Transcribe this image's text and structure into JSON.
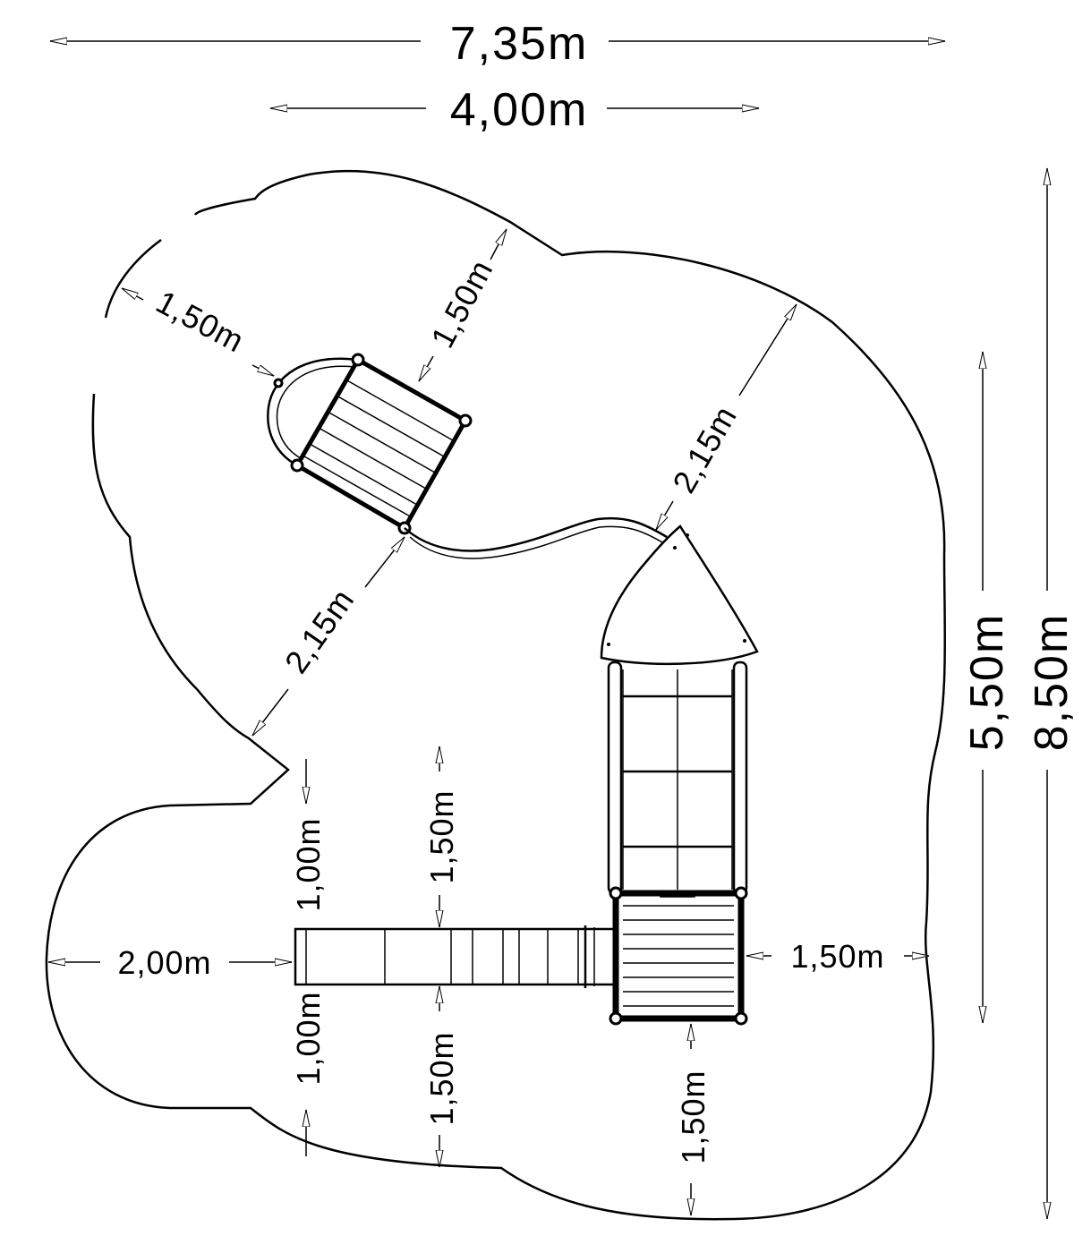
{
  "dimensions": {
    "overall_width": "7,35m",
    "inner_width": "4,00m",
    "overall_depth": "8,50m",
    "inner_depth": "5,50m",
    "swing_side": "1,50m",
    "swing_front": "1,50m",
    "bridge_upper": "2,15m",
    "bridge_lower": "2,15m",
    "slide_up_outer": "1,00m",
    "slide_up_inner": "1,50m",
    "slide_down_outer": "1,00m",
    "slide_down_inner": "1,50m",
    "slide_end": "2,00m",
    "platform_right": "1,50m",
    "platform_bottom": "1,50m"
  }
}
